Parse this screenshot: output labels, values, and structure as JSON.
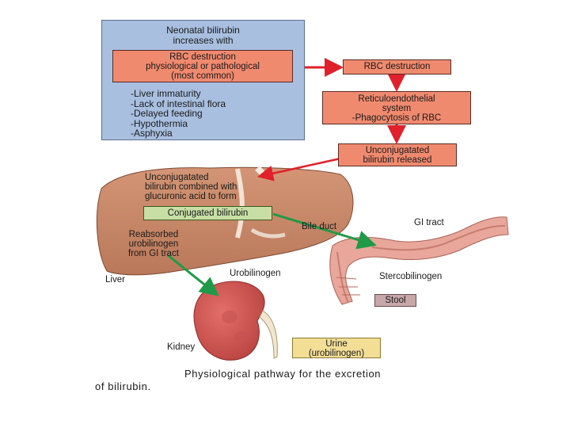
{
  "panel": {
    "title_line1": "Neonatal bilirubin",
    "title_line2": "increases with",
    "box_line1": "RBC destruction",
    "box_line2": "physiological or pathological",
    "box_line3": "(most common)",
    "factors": [
      "-Liver immaturity",
      "-Lack of intestinal flora",
      "-Delayed feeding",
      "-Hypothermia",
      "-Asphyxia"
    ]
  },
  "flow": {
    "rbc_destruction": "RBC destruction",
    "re_line1": "Reticuloendothelial",
    "re_line2": "system",
    "re_line3": "-Phagocytosis of RBC",
    "unc_line1": "Unconjugatated",
    "unc_line2": "bilirubin released"
  },
  "liver": {
    "line1": "Unconjugatated",
    "line2": "bilirubin combined with",
    "line3": "glucuronic acid to form",
    "conjugated": "Conjugated bilirubin",
    "reab_line1": "Reabsorbed",
    "reab_line2": "urobilinogen",
    "reab_line3": "from GI tract",
    "label": "Liver"
  },
  "labels": {
    "bile_duct": "Bile duct",
    "gi_tract": "GI tract",
    "urobilinogen": "Urobilinogen",
    "stercobilinogen": "Stercobilinogen",
    "stool": "Stool",
    "kidney": "Kidney",
    "urine_line1": "Urine",
    "urine_line2": "(urobilinogen)"
  },
  "caption": {
    "line1": "Physiological pathway for the excretion",
    "line2": "of bilirubin."
  },
  "colors": {
    "panel_blue": "#a9bfe0",
    "box_salmon": "#f08a6f",
    "arrow_red": "#e0202a",
    "arrow_green": "#1f9a48",
    "liver": "#c98a68",
    "conjugated_green": "#c7dfa4",
    "stool_mauve": "#c8a7a9",
    "urine_yellow": "#f3de96"
  }
}
